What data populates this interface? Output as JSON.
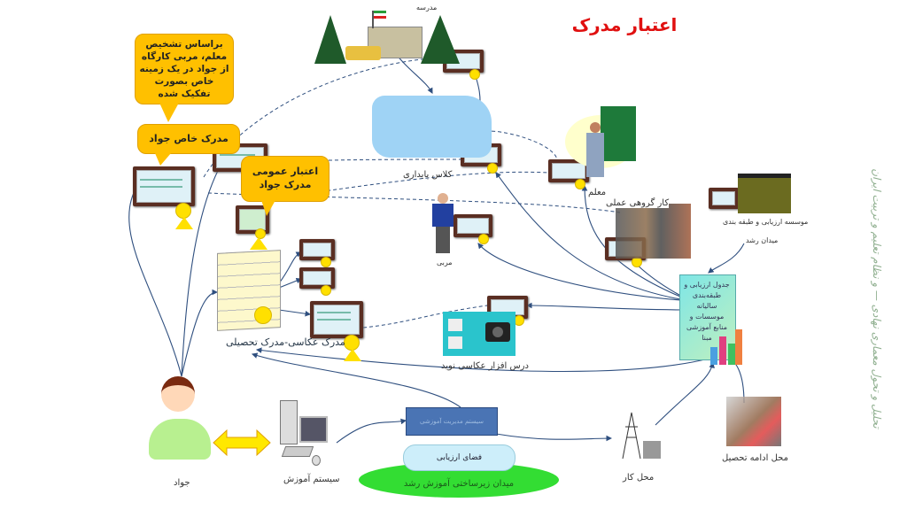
{
  "title": "اعتبار مدرک",
  "side_text": "تحلیل و تحول معماری نهادی — و نظام تعلیم و تربیت ایران",
  "callouts": {
    "teacher_note": "براساس تشخیص معلم، مربی کارگاه از جواد در یک زمینه خاص بصورت تفکیک شده",
    "specific_cert": "مدرک خاص جواد",
    "general_cert": "اعتبار عمومی مدرک جواد"
  },
  "labels": {
    "school": "مدرسه",
    "classroom": "کلاس پایداری",
    "teacher": "معلم",
    "group_work": "کار گروهی عملی",
    "institute": "موسسه ارزیابی و طبقه بندی",
    "growth_field": "میدان رشد",
    "coach": "مربی",
    "certificates": "مدرک عکاسی-مدرک تحصیلی",
    "photo_course": "درس افزار عکاسی نوید",
    "student": "جواد",
    "learning_system": "سیستم آموزش",
    "management_system": "سیستم مدیریت آموزشی",
    "evaluation_space": "فضای ارزیابی",
    "infrastructure": "میدان زیرساختی آموزش رشد",
    "workplace": "محل کار",
    "further_study": "محل ادامه تحصیل"
  },
  "ranking_box": "جدول ارزیابی و طبقه‌بندی سالیانه موسسات و منابع آموزشی مبنا",
  "colors": {
    "title": "#E01010",
    "callout": "#FFC000",
    "mgmt_box": "#4A74B4",
    "ground": "#33DD33",
    "side_text": "#8FAF8F"
  }
}
